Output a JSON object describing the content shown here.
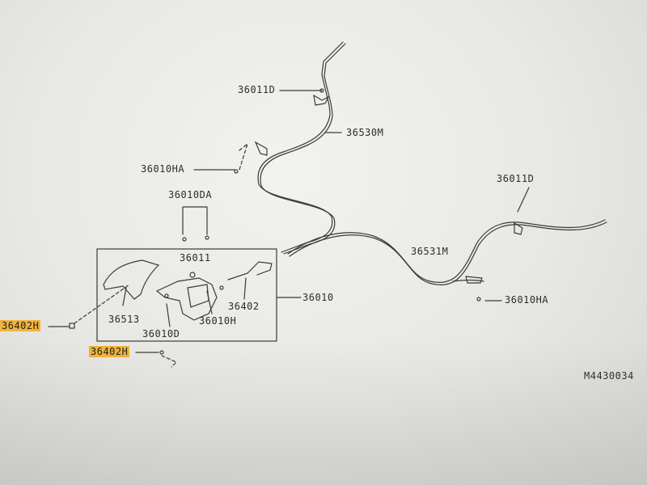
{
  "colors": {
    "highlight": "#f2b33a",
    "line": "#3a3a3a",
    "background": "#ebebe8"
  },
  "labels": {
    "l36011d_top": "36011D",
    "l36530m": "36530M",
    "l36010ha_left": "36010HA",
    "l36010da": "36010DA",
    "l36011d_right": "36011D",
    "l36011": "36011",
    "l36531m": "36531M",
    "l36010": "36010",
    "l36402": "36402",
    "l36513": "36513",
    "l36010h": "36010H",
    "l36010ha_right": "36010HA",
    "l36010d": "36010D",
    "l36402h_1": "36402H",
    "l36402h_2": "36402H",
    "diagram_code": "M4430034"
  }
}
